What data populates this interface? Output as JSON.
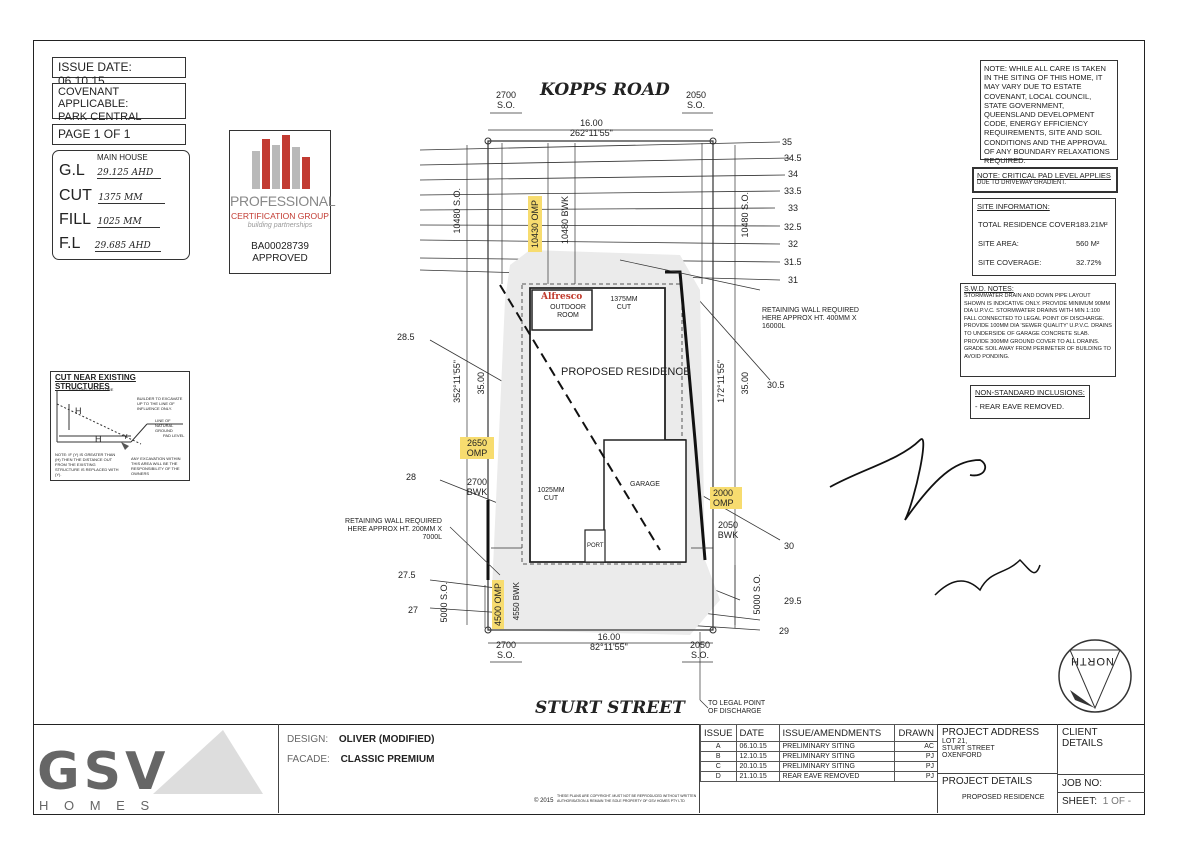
{
  "header": {
    "issue_date": "ISSUE DATE: 06.10.15",
    "covenant_line1": "COVENANT APPLICABLE:",
    "covenant_line2": "PARK CENTRAL",
    "page": "PAGE 1 OF 1"
  },
  "levels": {
    "main_house_label": "MAIN HOUSE",
    "gl_label": "G.L",
    "gl_value": "29.125 AHD",
    "cut_label": "CUT",
    "cut_value": "1375 MM",
    "fill_label": "FILL",
    "fill_value": "1025 MM",
    "fl_label": "F.L",
    "fl_value": "29.685 AHD"
  },
  "stamp": {
    "line1": "PROFESSIONAL",
    "line2": "CERTIFICATION GROUP",
    "tagline": "building partnerships",
    "ref": "BA00028739",
    "status": "APPROVED"
  },
  "cut_detail": {
    "title": "CUT NEAR EXISTING STRUCTURES",
    "existing": "EXISTING STRUCTURE",
    "builder": "BUILDER TO EXCAVATE UP TO THE LINE OF INFLUENCE ONLY.",
    "natural": "LINE OF NATURAL GROUND",
    "pad": "PAD LEVEL",
    "note": "NOTE: IF (Y) IS GREATER THAN (H) THEN THE DISTANCE OUT FROM THE EXISTING STRUCTURE IS REPLACED WITH (Y).",
    "any": "ANY EXCAVATION WITHIN THIS AREA WILL BE THE RESPONSIBILITY OF THE OWNERS",
    "h": "H",
    "y": "Y"
  },
  "plan": {
    "road_top": "KOPPS ROAD",
    "road_bottom": "STURT STREET",
    "top_left_setback": "2700",
    "top_left_so": "S.O.",
    "top_right_setback": "2050",
    "top_right_so": "S.O.",
    "top_length": "16.00",
    "top_bearing": "262°11'55\"",
    "bottom_length": "16.00",
    "bottom_bearing": "82°11'55\"",
    "bottom_left_setback": "2700",
    "bottom_left_so": "S.O.",
    "bottom_right_setback": "2050",
    "bottom_right_so": "S.O.",
    "left_length": "35.00",
    "left_bearing": "352°11'55\"",
    "right_length": "35.00",
    "right_bearing": "172°11'55\"",
    "so_10480_left": "10480 S.O.",
    "omp_10430": "10430 OMP",
    "bwk_10480": "10480 BWK",
    "so_10480_right": "10480 S.O.",
    "omp_2650": "2650 OMP",
    "bwk_2700": "2700 BWK",
    "omp_2000": "2000 OMP",
    "bwk_2050": "2050 BWK",
    "so_5000_left": "5000 S.O.",
    "omp_4500": "4500 OMP",
    "bwk_4550": "4550 BWK",
    "so_5000_right": "5000 S.O.",
    "alfresco": "Alfresco",
    "outdoor_room": "OUTDOOR ROOM",
    "cut_1375": "1375MM CUT",
    "residence": "PROPOSED RESIDENCE",
    "garage": "GARAGE",
    "cut_1025": "1025MM CUT",
    "port": "PORT",
    "retain_right": "RETAINING WALL REQUIRED HERE APPROX HT. 400MM X 16000L",
    "retain_left": "RETAINING WALL REQUIRED HERE APPROX HT. 200MM X 7000L",
    "legal_point": "TO LEGAL POINT OF DISCHARGE",
    "contours_right": [
      "35",
      "34.5",
      "34",
      "33.5",
      "33",
      "32.5",
      "32",
      "31.5",
      "31"
    ],
    "contour_305": "30.5",
    "contour_30": "30",
    "contour_295": "29.5",
    "contour_29": "29",
    "contour_285": "28.5",
    "contour_28": "28",
    "contour_275": "27.5",
    "contour_27": "27"
  },
  "notes": {
    "note_text": "NOTE: WHILE ALL CARE IS TAKEN IN THE SITING OF THIS HOME, IT MAY VARY DUE TO ESTATE COVENANT, LOCAL COUNCIL, STATE GOVERNMENT, QUEENSLAND DEVELOPMENT CODE, ENERGY EFFICIENCY REQUIREMENTS, SITE AND SOIL CONDITIONS AND THE APPROVAL OF ANY BOUNDARY RELAXATIONS REQUIRED.",
    "critical_title": "NOTE: CRITICAL PAD LEVEL APPLIES",
    "critical_sub": "DUE TO DRIVEWAY GRADIENT.",
    "site_title": "SITE INFORMATION:",
    "site_rows": [
      {
        "label": "TOTAL RESIDENCE COVER:",
        "value": "183.21M²"
      },
      {
        "label": "SITE AREA:",
        "value": "560 M²"
      },
      {
        "label": "SITE COVERAGE:",
        "value": "32.72%"
      }
    ],
    "swd_title": "S.W.D. NOTES:",
    "swd_text": "STORMWATER DRAIN AND DOWN PIPE LAYOUT SHOWN IS INDICATIVE ONLY. PROVIDE MINIMUM 90MM DIA U.P.V.C. STORMWATER DRAINS WITH MIN 1:100 FALL CONNECTED TO LEGAL POINT OF DISCHARGE. PROVIDE 100MM DIA 'SEWER QUALITY' U.P.V.C. DRAINS TO UNDERSIDE OF GARAGE CONCRETE SLAB. PROVIDE 300MM GROUND COVER TO ALL DRAINS. GRADE SOIL AWAY FROM PERIMETER OF BUILDING TO AVOID PONDING.",
    "nonstd_title": "NON-STANDARD INCLUSIONS:",
    "nonstd_item": "- REAR EAVE REMOVED."
  },
  "north": "NORTH",
  "title_block": {
    "logo": "GSV",
    "logo_sub": "H O M E S",
    "design_label": "DESIGN:",
    "design_value": "OLIVER (MODIFIED)",
    "facade_label": "FACADE:",
    "facade_value": "CLASSIC PREMIUM",
    "copyright": "© 2015",
    "copyright_note": "THESE PLANS ARE COPYRIGHT. MUST NOT BE REPRODUCED WITHOUT WRITTEN AUTHORISATION & REMAIN THE SOLE PROPERTY OF GSV HOMES PTY LTD",
    "issue_header": "ISSUE",
    "date_header": "DATE",
    "amend_header": "ISSUE/AMENDMENTS",
    "drawn_header": "DRAWN",
    "issues": [
      {
        "issue": "A",
        "date": "06.10.15",
        "desc": "PRELIMINARY SITING",
        "drawn": "AC"
      },
      {
        "issue": "B",
        "date": "12.10.15",
        "desc": "PRELIMINARY SITING",
        "drawn": "PJ"
      },
      {
        "issue": "C",
        "date": "20.10.15",
        "desc": "PRELIMINARY SITING",
        "drawn": "PJ"
      },
      {
        "issue": "D",
        "date": "21.10.15",
        "desc": "REAR EAVE REMOVED",
        "drawn": "PJ"
      }
    ],
    "project_address_label": "PROJECT ADDRESS",
    "address_lines": [
      "LOT 21,",
      "STURT STREET",
      "OXENFORD"
    ],
    "client_label": "CLIENT DETAILS",
    "project_details_label": "PROJECT DETAILS",
    "project_details_value": "PROPOSED RESIDENCE",
    "job_label": "JOB NO:",
    "sheet_label": "SHEET:",
    "sheet_value": "1 OF -"
  }
}
